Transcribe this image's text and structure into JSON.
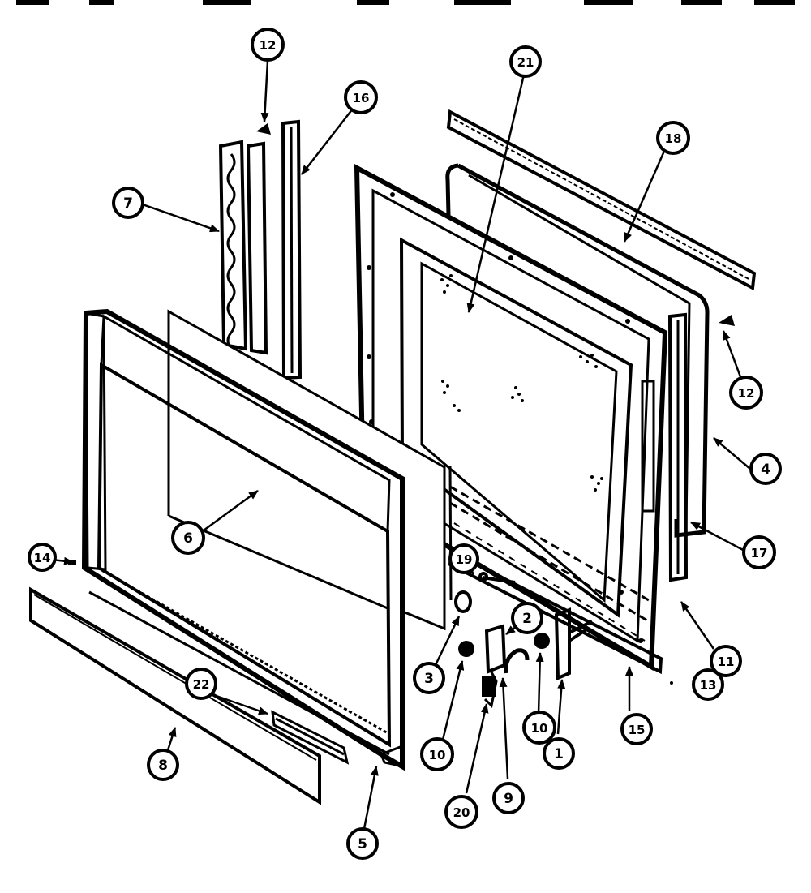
{
  "diagram": {
    "callouts": [
      {
        "id": "c12a",
        "label": "12"
      },
      {
        "id": "c16",
        "label": "16"
      },
      {
        "id": "c21",
        "label": "21"
      },
      {
        "id": "c18",
        "label": "18"
      },
      {
        "id": "c7",
        "label": "7"
      },
      {
        "id": "c12b",
        "label": "12"
      },
      {
        "id": "c4",
        "label": "4"
      },
      {
        "id": "c6",
        "label": "6"
      },
      {
        "id": "c17",
        "label": "17"
      },
      {
        "id": "c14",
        "label": "14"
      },
      {
        "id": "c19",
        "label": "19"
      },
      {
        "id": "c2",
        "label": "2"
      },
      {
        "id": "c3",
        "label": "3"
      },
      {
        "id": "c11",
        "label": "11"
      },
      {
        "id": "c13",
        "label": "13"
      },
      {
        "id": "c22",
        "label": "22"
      },
      {
        "id": "c10a",
        "label": "10"
      },
      {
        "id": "c10b",
        "label": "10"
      },
      {
        "id": "c15",
        "label": "15"
      },
      {
        "id": "c8",
        "label": "8"
      },
      {
        "id": "c1",
        "label": "1"
      },
      {
        "id": "c9",
        "label": "9"
      },
      {
        "id": "c20",
        "label": "20"
      },
      {
        "id": "c5",
        "label": "5"
      }
    ],
    "colors": {
      "ink": "#000000",
      "paper": "#ffffff"
    }
  }
}
